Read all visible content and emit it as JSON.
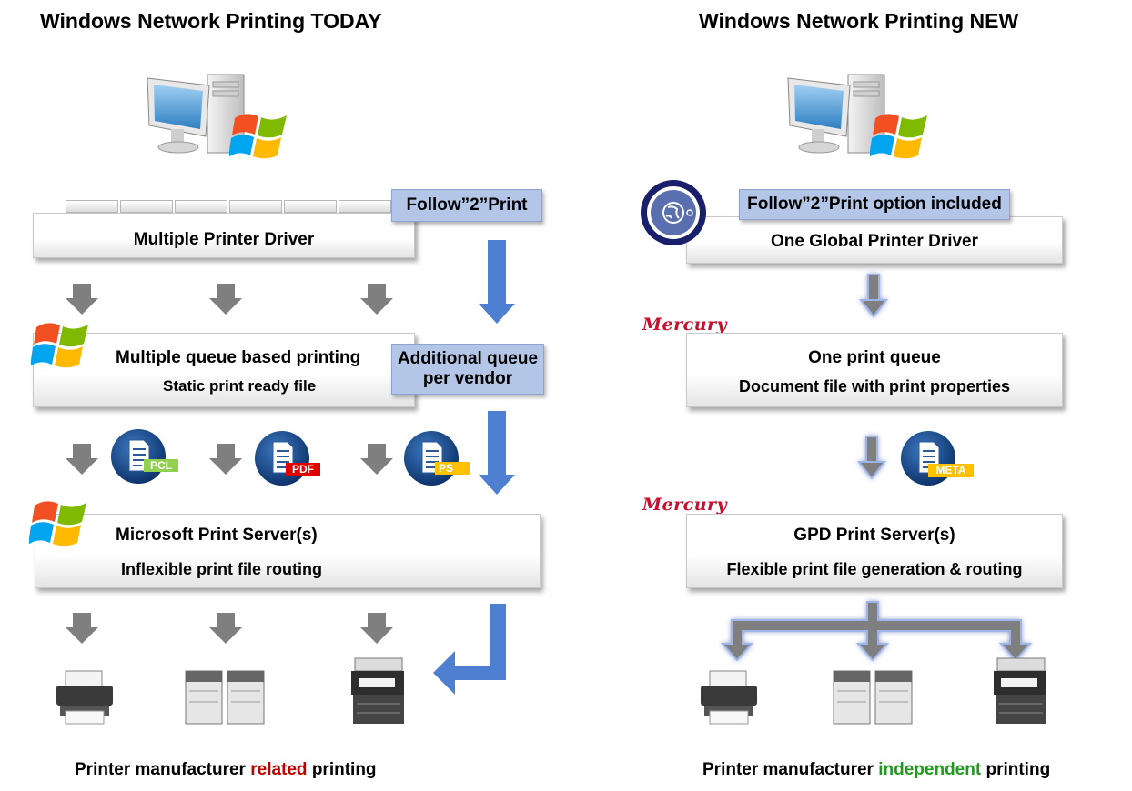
{
  "left": {
    "title": "Windows Network Printing TODAY",
    "tag_follow": "Follow”2”Print",
    "box_driver": "Multiple Printer Driver",
    "box_queue_title": "Multiple queue based printing",
    "box_queue_sub": "Static print ready file",
    "tag_queue_line1": "Additional queue",
    "tag_queue_line2": "per vendor",
    "file_labels": [
      "PCL",
      "PDF",
      "PS"
    ],
    "box_server_title": "Microsoft Print Server(s)",
    "box_server_sub": "Inflexible print file routing",
    "footer_pre": "Printer manufacturer ",
    "footer_highlight": "related",
    "footer_post": " printing"
  },
  "right": {
    "title": "Windows Network Printing NEW",
    "tag_follow": "Follow”2”Print option included",
    "box_driver": "One Global Printer Driver",
    "mercury_label_1": "Mercury",
    "box_queue_title": "One print queue",
    "box_queue_sub": "Document file with print properties",
    "file_label": "META",
    "mercury_label_2": "Mercury",
    "box_server_title": "GPD Print Server(s)",
    "box_server_sub": "Flexible print file generation & routing",
    "footer_pre": "Printer manufacturer ",
    "footer_highlight": "independent",
    "footer_post": " printing"
  },
  "colors": {
    "arrow_gray": "#7f7f7f",
    "arrow_blue": "#4f7fd0",
    "tag_fill": "#b4c6e7",
    "pcl": "#92d050",
    "pdf": "#e00000",
    "ps": "#ffc000",
    "meta": "#ffc000",
    "related": "#c00000",
    "independent": "#1f9a1f"
  },
  "icons": [
    "computer-icon",
    "windows-logo-icon",
    "globe-badge-icon",
    "document-icon",
    "printer-icon",
    "copier-icon",
    "multifunction-printer-icon"
  ]
}
